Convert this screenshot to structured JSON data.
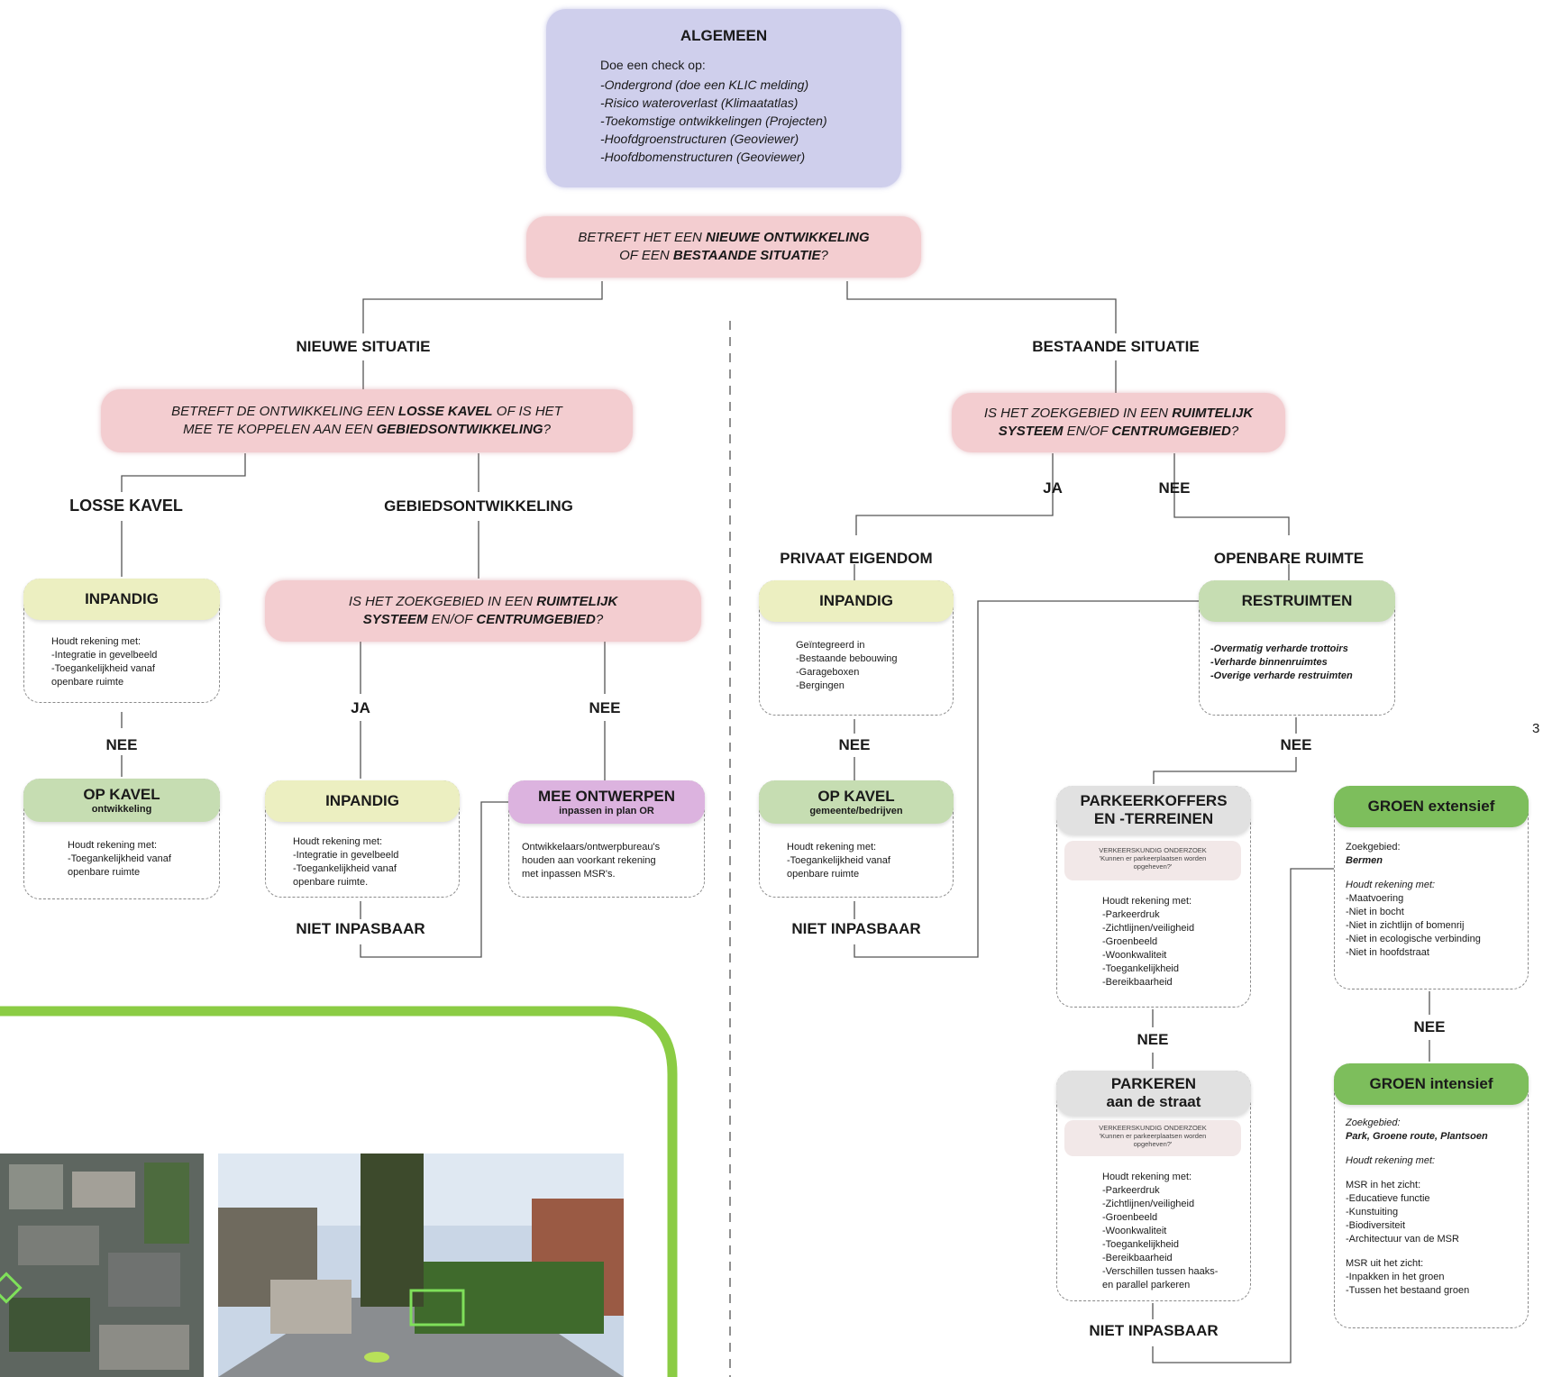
{
  "algemeen": {
    "title": "ALGEMEEN",
    "intro": "Doe een check op:",
    "items": [
      "-Ondergrond (doe een KLIC melding)",
      "-Risico wateroverlast (Klimaatatlas)",
      "-Toekomstige ontwikkelingen (Projecten)",
      "-Hoofdgroenstructuren (Geoviewer)",
      "-Hoofdbomenstructuren (Geoviewer)"
    ]
  },
  "q_main": {
    "l1a": "BETREFT HET EEN ",
    "l1b": "NIEUWE ONTWIKKELING",
    "l2a": "OF EEN ",
    "l2b": "BESTAANDE SITUATIE",
    "l2c": "?"
  },
  "labels": {
    "nieuwe": "NIEUWE SITUATIE",
    "bestaande": "BESTAANDE SITUATIE",
    "losse": "LOSSE KAVEL",
    "gebied": "GEBIEDSONTWIKKELING",
    "ja": "JA",
    "nee": "NEE",
    "niet_inpasbaar": "NIET INPASBAAR",
    "privaat": "PRIVAAT EIGENDOM",
    "openbare": "OPENBARE RUIMTE",
    "page_number": "3"
  },
  "q_kavel": {
    "l1a": "BETREFT DE ONTWIKKELING EEN ",
    "l1b": "LOSSE KAVEL",
    "l1c": " OF IS HET",
    "l2a": "MEE TE KOPPELEN AAN EEN ",
    "l2b": "GEBIEDSONTWIKKELING",
    "l2c": "?"
  },
  "q_zoek": {
    "l1a": "IS HET ZOEKGEBIED IN EEN ",
    "l1b": "RUIMTELIJK",
    "l2a": "SYSTEEM",
    "l2b": " EN/OF ",
    "l2c": "CENTRUMGEBIED",
    "l2d": "?"
  },
  "lk_inpandig": {
    "title": "INPANDIG",
    "lines": [
      "Houdt rekening met:",
      "-Integratie in gevelbeeld",
      "-Toegankelijkheid vanaf",
      "openbare ruimte"
    ]
  },
  "lk_opkavel": {
    "title": "OP KAVEL",
    "sub": "ontwikkeling",
    "lines": [
      "Houdt rekening met:",
      "-Toegankelijkheid vanaf",
      "openbare ruimte"
    ]
  },
  "go_inpandig": {
    "title": "INPANDIG",
    "lines": [
      "Houdt rekening met:",
      "-Integratie in gevelbeeld",
      "-Toegankelijkheid vanaf",
      "openbare ruimte."
    ]
  },
  "go_mee": {
    "title": "MEE ONTWERPEN",
    "sub": "inpassen in plan OR",
    "lines": [
      "Ontwikkelaars/ontwerpbureau's",
      "houden aan voorkant rekening",
      "met inpassen MSR's."
    ]
  },
  "pv_inpandig": {
    "title": "INPANDIG",
    "lines": [
      "Geïntegreerd in",
      "-Bestaande bebouwing",
      "-Garageboxen",
      "-Bergingen"
    ]
  },
  "pv_opkavel": {
    "title": "OP KAVEL",
    "sub": "gemeente/bedrijven",
    "lines": [
      "Houdt rekening met:",
      "-Toegankelijkheid vanaf",
      "openbare ruimte"
    ]
  },
  "restruimten": {
    "title": "RESTRUIMTEN",
    "lines": [
      "-Overmatig verharde trottoirs",
      "-Verharde binnenruimtes",
      "-Overige verharde restruimten"
    ]
  },
  "parkeerkoffers": {
    "title1": "PARKEERKOFFERS",
    "title2": "EN -TERREINEN",
    "note1": "VERKEERSKUNDIG ONDERZOEK",
    "note2": "'Kunnen er parkeerplaatsen worden",
    "note3": "opgeheven?'",
    "lines": [
      "Houdt rekening met:",
      "-Parkeerdruk",
      "-Zichtlijnen/veiligheid",
      "-Groenbeeld",
      "-Woonkwaliteit",
      "-Toegankelijkheid",
      "-Bereikbaarheid"
    ]
  },
  "parkeren": {
    "title1": "PARKEREN",
    "title2": "aan de straat",
    "note1": "VERKEERSKUNDIG ONDERZOEK",
    "note2": "'Kunnen er parkeerplaatsen worden",
    "note3": "opgeheven?'",
    "lines": [
      "Houdt rekening met:",
      "-Parkeerdruk",
      "-Zichtlijnen/veiligheid",
      "-Groenbeeld",
      "-Woonkwaliteit",
      "-Toegankelijkheid",
      "-Bereikbaarheid",
      "-Verschillen tussen haaks-",
      "en parallel parkeren"
    ]
  },
  "groen_ext": {
    "title": "GROEN extensief",
    "zoek": "Zoekgebied:",
    "zoek_val": "Bermen",
    "houdt": "Houdt rekening met:",
    "lines": [
      "-Maatvoering",
      "-Niet in bocht",
      "-Niet in zichtlijn of bomenrij",
      "-Niet in ecologische verbinding",
      "-Niet in hoofdstraat"
    ]
  },
  "groen_int": {
    "title": "GROEN intensief",
    "zoek": "Zoekgebied:",
    "zoek_val": "Park, Groene route, Plantsoen",
    "houdt": "Houdt rekening met:",
    "in_zicht": "MSR in het zicht:",
    "in_lines": [
      "-Educatieve functie",
      "-Kunstuiting",
      "-Biodiversiteit",
      "-Architectuur van de MSR"
    ],
    "uit_zicht": "MSR uit het zicht:",
    "uit_lines": [
      "-Inpakken in het groen",
      "-Tussen het bestaand groen"
    ]
  },
  "colors": {
    "question": "#f3cdd0",
    "algemeen": "#cfcfec",
    "yellow": "#ecefc1",
    "green": "#c6ddb2",
    "purple": "#dcb3df",
    "grey": "#e1e1e1",
    "strong_green": "#7dbe5c",
    "frame": "#8bcc44"
  }
}
